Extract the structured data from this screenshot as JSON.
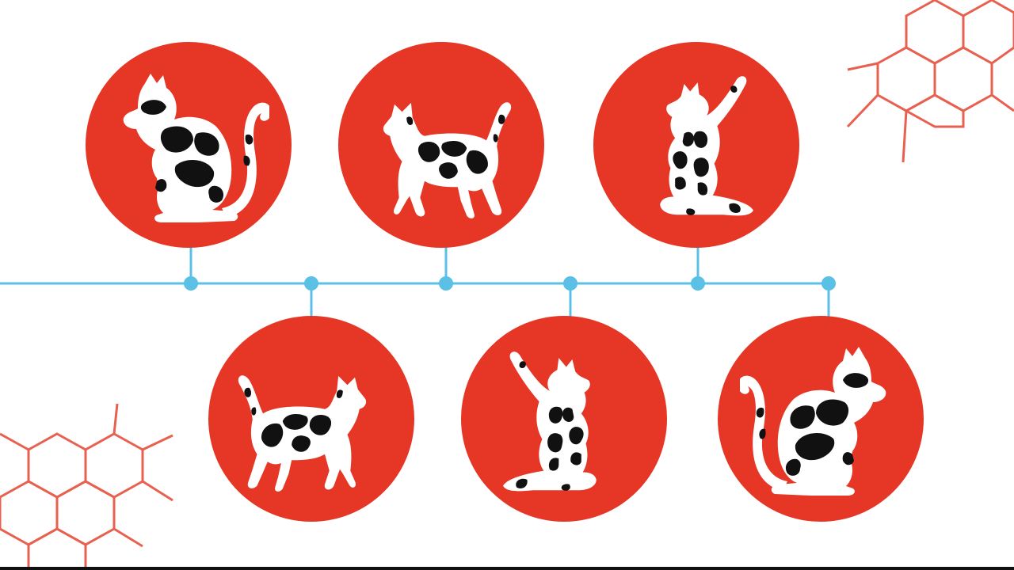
{
  "colors": {
    "background": "#ffffff",
    "circle_fill": "#e63625",
    "timeline": "#5bc0e6",
    "honeycomb": "#e8604f",
    "cat_body": "#ffffff",
    "cat_spots": "#111111"
  },
  "timeline": {
    "nodes": [
      {
        "id": "node-1",
        "side": "top",
        "pose": "sitting-facing-left",
        "icon": "cat-icon"
      },
      {
        "id": "node-2",
        "side": "bottom",
        "pose": "walking-facing-right",
        "icon": "cat-icon"
      },
      {
        "id": "node-3",
        "side": "top",
        "pose": "walking-facing-left",
        "icon": "cat-icon"
      },
      {
        "id": "node-4",
        "side": "bottom",
        "pose": "reaching-paw-up-facing-left",
        "icon": "cat-icon"
      },
      {
        "id": "node-5",
        "side": "top",
        "pose": "reaching-paw-up-facing-right",
        "icon": "cat-icon"
      },
      {
        "id": "node-6",
        "side": "bottom",
        "pose": "sitting-facing-right",
        "icon": "cat-icon"
      }
    ]
  },
  "decorations": [
    {
      "name": "honeycomb-pattern-top-right",
      "icon": "honeycomb-icon"
    },
    {
      "name": "honeycomb-pattern-bottom-left",
      "icon": "honeycomb-icon"
    }
  ]
}
